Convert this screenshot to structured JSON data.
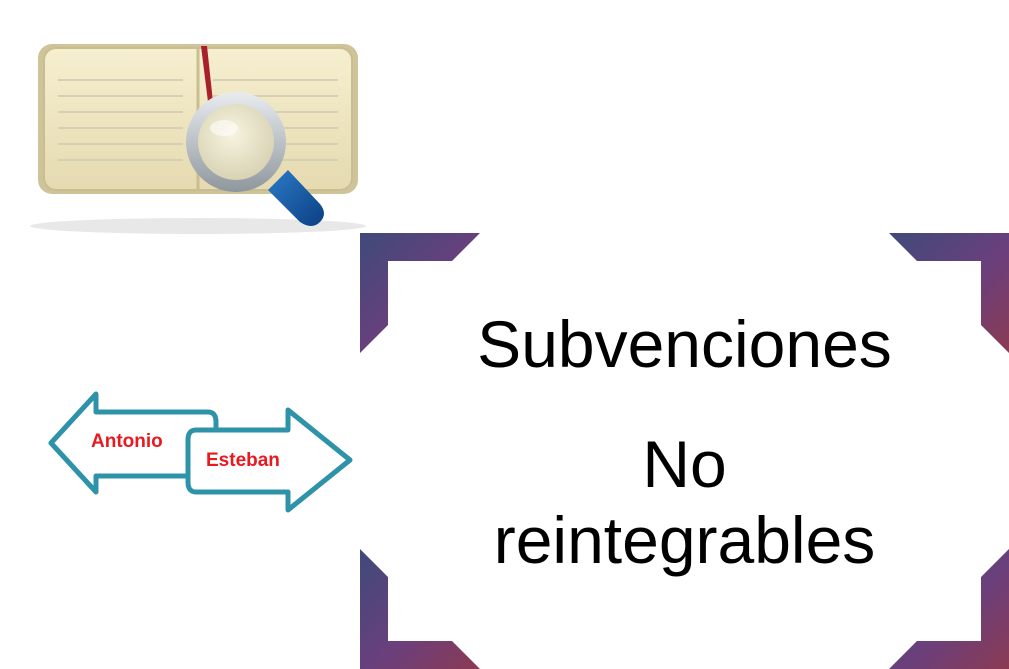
{
  "icons": {
    "book": "book-magnifier-icon",
    "arrows": "exchange-arrows-icon"
  },
  "exchange": {
    "left_label": "Antonio",
    "right_label": "Esteban"
  },
  "title": {
    "line1": "Subvenciones",
    "line2": "No",
    "line3": "reintegrables"
  },
  "colors": {
    "arrow_outline": "#2e93a8",
    "arrow_text": "#e8191f",
    "frame_gradient_start": "#3f4a7a",
    "frame_gradient_end": "#8b3a52"
  }
}
